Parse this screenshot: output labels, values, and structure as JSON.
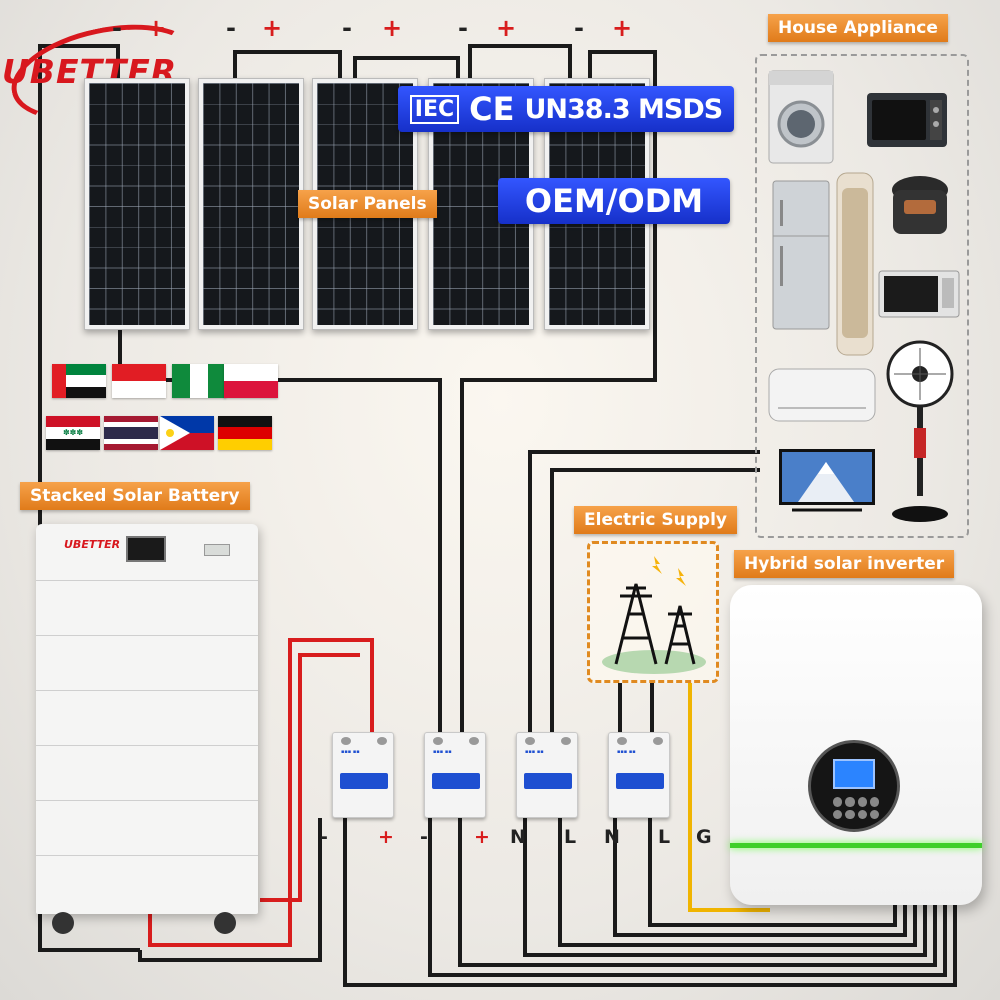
{
  "brand": {
    "name": "UBETTER",
    "battery_logo": "UBETTER"
  },
  "certifications": {
    "items": [
      "IEC",
      "CE",
      "UN38.3 MSDS"
    ],
    "service": "OEM/ODM"
  },
  "labels": {
    "solar_panels": "Solar Panels",
    "house_appliance": "House Appliance",
    "stacked_battery": "Stacked Solar Battery",
    "electric_supply": "Electric Supply",
    "hybrid_inverter": "Hybrid solar inverter"
  },
  "panel_polarity": [
    "-",
    "+",
    "-",
    "+",
    "-",
    "+",
    "-",
    "+",
    "-",
    "+"
  ],
  "terminals": [
    "-",
    "+",
    "-",
    "+",
    "N",
    "L",
    "N",
    "L",
    "G"
  ],
  "flags": [
    "uae-flag",
    "indonesia-flag",
    "nigeria-flag",
    "poland-flag",
    "iraq-flag",
    "thailand-flag",
    "philippines-flag",
    "germany-flag"
  ],
  "appliances": [
    "washing-machine",
    "toaster-oven",
    "refrigerator",
    "air-purifier",
    "rice-cooker",
    "microwave",
    "air-conditioner",
    "stand-fan",
    "television"
  ],
  "colors": {
    "accent_orange": "#e07b1a",
    "banner_blue": "#1630c9",
    "brand_red": "#d8181e",
    "wire_red": "#d81d1d",
    "wire_black": "#1a1a1a",
    "wire_yellow": "#f0b400",
    "inverter_led": "#3ecf2a"
  }
}
